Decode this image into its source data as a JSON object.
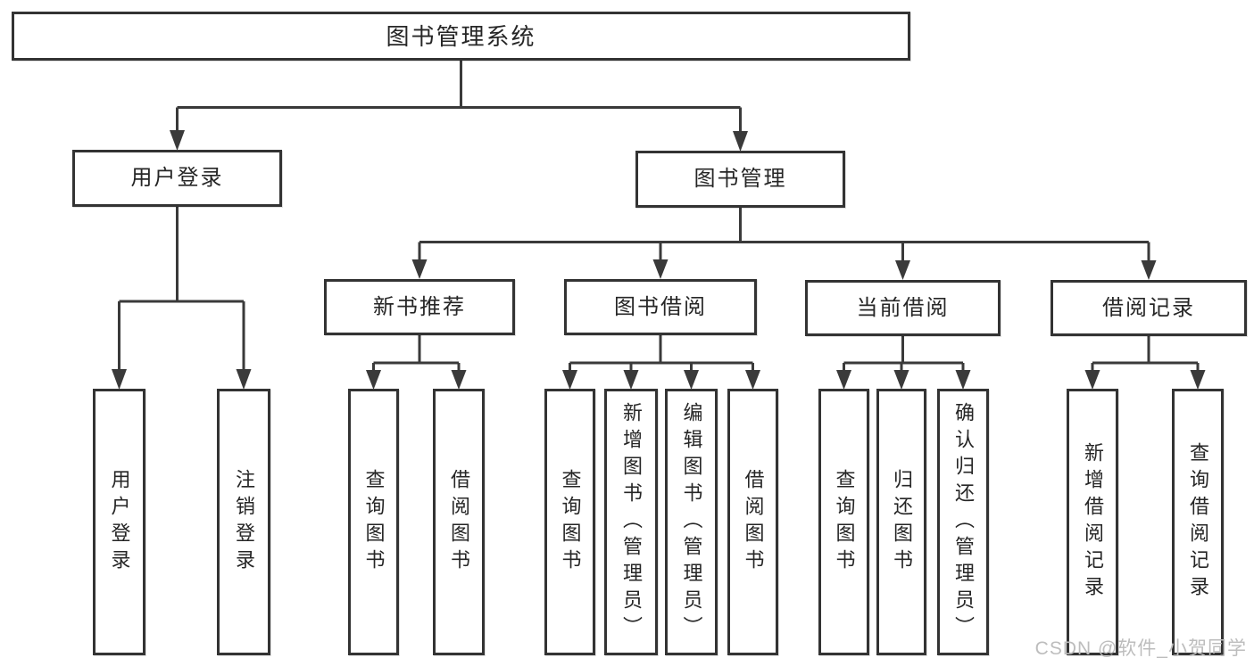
{
  "diagram": {
    "title_node": "图书管理系统",
    "colors": {
      "line": "#3a3a3a",
      "box_border": "#333333",
      "box_fill": "#ffffff",
      "text": "#262626",
      "watermark_text": "#bdbdbd"
    },
    "nodes": {
      "root": "图书管理系统",
      "user_login": "用户登录",
      "book_mgmt": "图书管理",
      "new_books": "新书推荐",
      "book_borrow": "图书借阅",
      "current_borrow": "当前借阅",
      "borrow_records": "借阅记录",
      "leaf_user_login": "用户登录",
      "leaf_logout": "注销登录",
      "leaf_nb_query": "查询图书",
      "leaf_nb_borrow": "借阅图书",
      "leaf_bb_query": "查询图书",
      "leaf_bb_add": "新增图书（管理员）",
      "leaf_bb_edit": "编辑图书（管理员）",
      "leaf_bb_borrow": "借阅图书",
      "leaf_cb_query": "查询图书",
      "leaf_cb_return": "归还图书",
      "leaf_cb_confirm": "确认归还（管理员）",
      "leaf_br_add": "新增借阅记录",
      "leaf_br_query": "查询借阅记录"
    }
  },
  "watermark": "CSDN @软件_小贺同学"
}
